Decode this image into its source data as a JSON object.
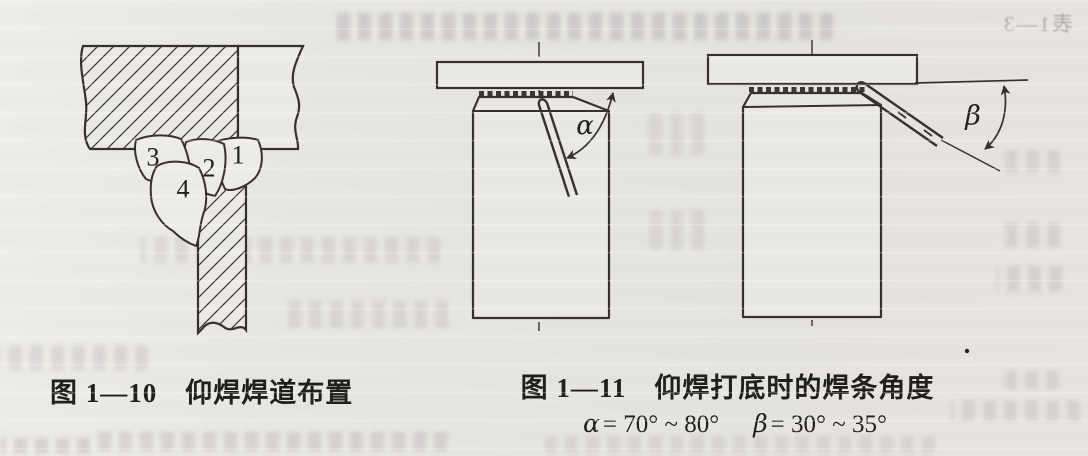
{
  "page": {
    "paper_color": "#e9e7e3",
    "ink_color": "#35322d",
    "text_color": "#211f1c"
  },
  "figure_1_10": {
    "caption": "图 1—10　仰焊焊道布置",
    "bead_labels": {
      "bead_1": "1",
      "bead_2": "2",
      "bead_3": "3",
      "bead_4": "4"
    }
  },
  "figure_1_11": {
    "caption": "图 1—11　仰焊打底时的焊条角度",
    "alpha_symbol": "α",
    "alpha_eq": "= 70° ~ 80°",
    "beta_symbol": "β",
    "beta_eq": "= 30° ~ 35°"
  },
  "bleedthrough": {
    "table_ref_mirrored": "表1—3"
  }
}
